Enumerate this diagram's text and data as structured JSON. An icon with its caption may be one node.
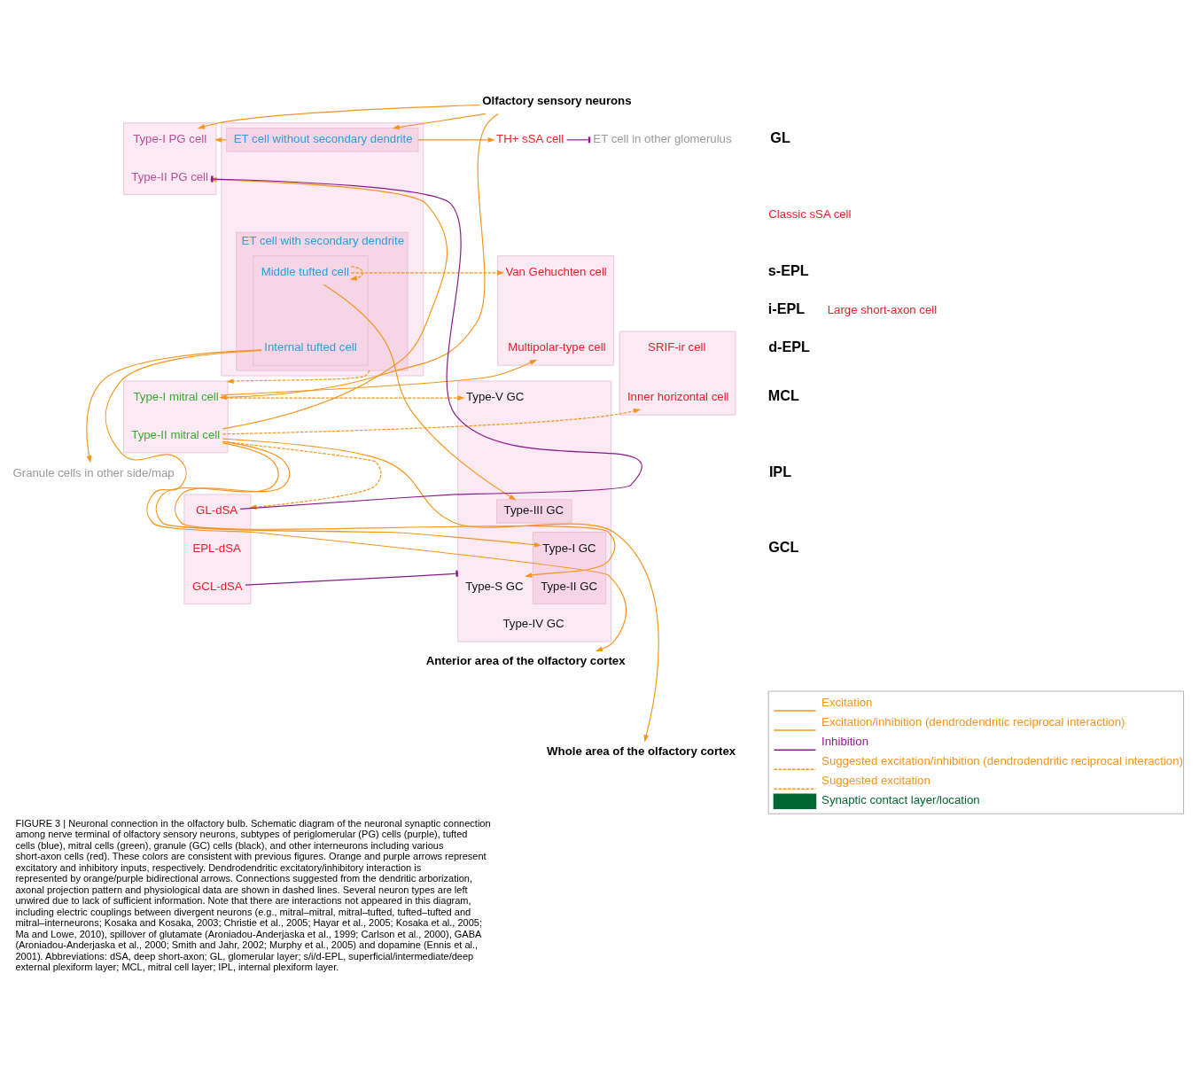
{
  "diagram": {
    "caption": "FIGURE 3 | Neuronal connection in the olfactory bulb. Schematic diagram of the neuronal synaptic connection among nerve terminal of olfactory sensory neurons, subtypes of periglomerular (PG) cells (purple), tufted cells (blue), mitral cells (green), granule (GC) cells (black), and other interneurons including various short-axon cells (red). These colors are consistent with previous figures. Orange and purple arrows represent excitatory and inhibitory inputs, respectively. Dendrodendritic excitatory/inhibitory interaction is represented by orange/purple bidirectional arrows. Connections suggested from the dendritic arborization, axonal projection pattern and physiological data are shown in dashed lines. Several neuron types are left unwired due to lack of sufficient information. Note that there are interactions not appeared in this diagram, including electric couplings between divergent neurons (e.g., mitral–mitral, mitral–tufted, tufted–tufted and mitral–interneurons; Kosaka and Kosaka, 2003; Christie et al., 2005; Hayar et al., 2005; Kosaka et al., 2005; Ma and Lowe, 2010), spillover of glutamate (Aroniadou-Anderjaska et al., 1999; Carlson et al., 2000), GABA (Aroniadou-Anderjaska et al., 2000; Smith and Jahr, 2002; Murphy et al., 2005) and dopamine (Ennis et al., 2001). Abbreviations: dSA, deep short-axon; GL, glomerular layer; s/i/d-EPL, superficial/intermediate/deep external plexiform layer; MCL, mitral cell layer; IPL, internal plexiform layer.",
    "nodes": [
      {
        "text": [
          "Olfactory sensory neurons"
        ]
      },
      {
        "text": [],
        "shape": "box"
      },
      {
        "text": [
          "Type-I PG cell"
        ],
        "in": 1
      },
      {
        "text": [
          "Type-II PG cell"
        ],
        "in": 1
      },
      {
        "text": [],
        "shape": "box"
      },
      {
        "text": [
          "ET cell without secondary dendrite"
        ],
        "in": 4
      },
      {
        "text": [
          "ET cell with secondary dendrite"
        ],
        "in": 4
      },
      {
        "text": [],
        "shape": "box",
        "in": 6
      },
      {
        "text": [
          "Middle tufted cell"
        ],
        "in": 7
      },
      {
        "text": [
          "Internal tufted cell"
        ],
        "in": 7
      },
      {
        "text": [
          "TH+ sSA cell"
        ]
      },
      {
        "text": [
          "ET cell in other glomerulus"
        ]
      },
      {
        "text": [],
        "shape": "box"
      },
      {
        "text": [
          "Van Gehuchten cell"
        ],
        "in": 12
      },
      {
        "text": [
          "Multipolar-type cell"
        ],
        "in": 12
      },
      {
        "text": [],
        "shape": "box"
      },
      {
        "text": [
          "SRIF-ir cell"
        ],
        "in": 15
      },
      {
        "text": [
          "Inner horizontal cell"
        ],
        "in": 15
      },
      {
        "text": [],
        "shape": "box"
      },
      {
        "text": [
          "Type-I mitral cell"
        ],
        "in": 18
      },
      {
        "text": [
          "Type-II mitral cell"
        ],
        "in": 18
      },
      {
        "text": [
          "Granule cells in other side/map"
        ]
      },
      {
        "text": [],
        "shape": "box"
      },
      {
        "text": [
          "Type-V GC"
        ],
        "in": 22
      },
      {
        "text": [
          "Type-III GC"
        ],
        "in": 22
      },
      {
        "text": [],
        "shape": "box",
        "in": 22
      },
      {
        "text": [
          "Type-I GC"
        ],
        "in": 25
      },
      {
        "text": [
          "Type-II GC"
        ],
        "in": 25
      },
      {
        "text": [
          "Type-S GC"
        ],
        "in": 22
      },
      {
        "text": [
          "Type-IV GC"
        ],
        "in": 22
      },
      {
        "text": [],
        "shape": "box"
      },
      {
        "text": [
          "GL-dSA"
        ],
        "in": 30
      },
      {
        "text": [
          "EPL-dSA"
        ],
        "in": 30
      },
      {
        "text": [
          "GCL-dSA"
        ],
        "in": 30
      },
      {
        "text": [
          "Anterior area of the olfactory cortex"
        ]
      },
      {
        "text": [
          "Whole area of the olfactory cortex"
        ]
      }
    ],
    "edges": [
      {
        "from": 0,
        "to": 2,
        "arrow": "to"
      },
      {
        "from": 0,
        "to": 5,
        "arrow": "to"
      },
      {
        "from": 0,
        "to": 19,
        "arrow": "to"
      },
      {
        "from": 5,
        "to": 1,
        "arrow": "to"
      },
      {
        "from": 20,
        "to": 3,
        "arrow": "to"
      },
      {
        "from": 31,
        "to": 3,
        "arrow": "other",
        "color": "#8b1a8b"
      },
      {
        "from": 6,
        "to": 18,
        "arrow": "to",
        "style": "dashed"
      },
      {
        "from": 6,
        "to": 8,
        "arrow": "to",
        "style": "dashed"
      },
      {
        "from": 5,
        "to": 10,
        "arrow": "to"
      },
      {
        "from": 10,
        "to": 11,
        "arrow": "other",
        "color": "#8b1a8b"
      },
      {
        "from": 8,
        "to": 13,
        "arrow": "to",
        "style": "dashed"
      },
      {
        "from": 8,
        "to": 24,
        "arrow": "to"
      },
      {
        "from": 19,
        "to": 14,
        "arrow": "to"
      },
      {
        "from": 19,
        "to": 23,
        "arrow": "to",
        "style": "dashed"
      },
      {
        "from": 20,
        "to": 26,
        "arrow": "to"
      },
      {
        "from": 20,
        "to": 17,
        "arrow": "to",
        "style": "dashed"
      },
      {
        "from": 20,
        "to": 28,
        "arrow": "to"
      },
      {
        "from": 33,
        "to": 22,
        "arrow": "other",
        "color": "#8b1a8b"
      },
      {
        "from": 9,
        "to": 21,
        "arrow": "to"
      },
      {
        "from": 9,
        "to": 34,
        "arrow": "to"
      },
      {
        "from": 20,
        "to": 35,
        "arrow": "to"
      },
      {
        "from": 20,
        "to": 30,
        "arrow": "to",
        "style": "dashed"
      }
    ],
    "labels": [
      "GL",
      "Classic sSA cell",
      "s-EPL",
      "i-EPL",
      "Large short-axon cell",
      "d-EPL",
      "MCL",
      "IPL",
      "GCL"
    ],
    "legend": [
      {
        "text": "Excitation"
      },
      {
        "text": "Excitation/inhibition (dendrodendritic reciprocal interaction)"
      },
      {
        "text": "Inhibition"
      },
      {
        "text": "Suggested excitation/inhibition (dendrodendritic reciprocal interaction)"
      },
      {
        "text": "Suggested excitation"
      },
      {
        "text": "Synaptic contact layer/location"
      }
    ]
  }
}
